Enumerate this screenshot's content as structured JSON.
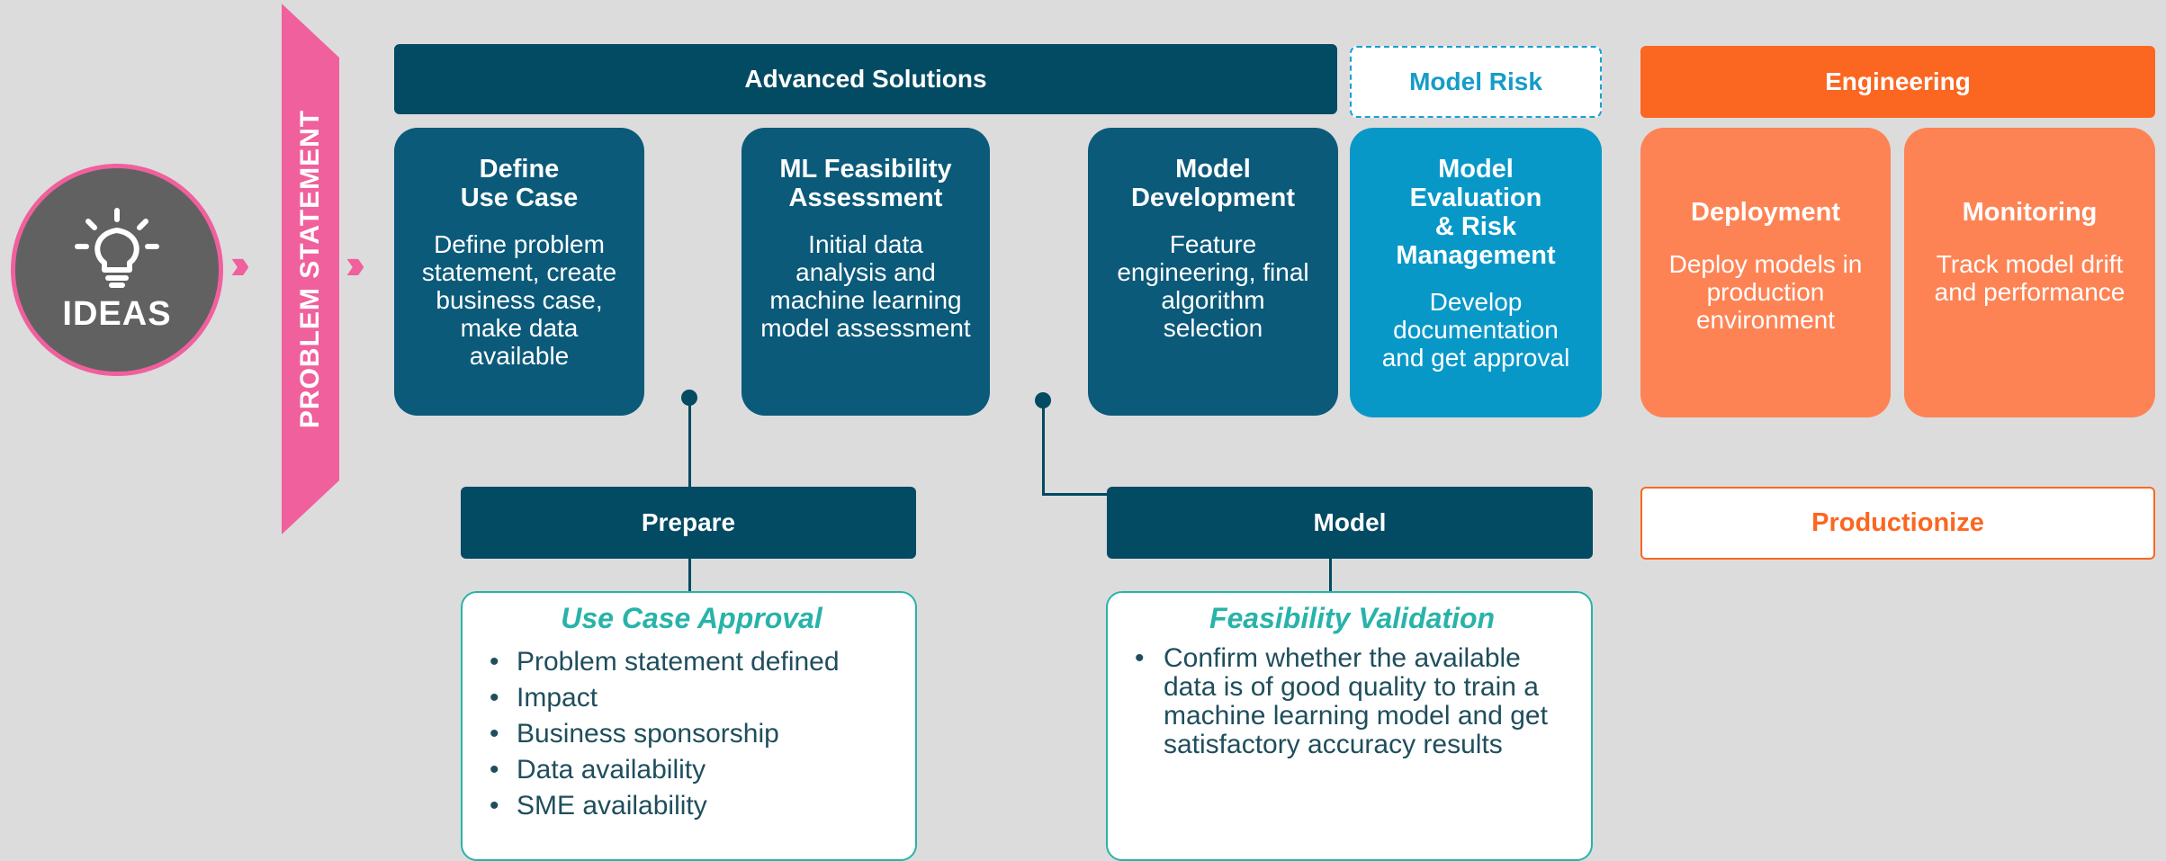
{
  "ideas": {
    "label": "IDEAS",
    "icon": "lightbulb-icon"
  },
  "problem_statement": "PROBLEM STATEMENT",
  "headers": {
    "advanced_solutions": "Advanced Solutions",
    "model_risk": "Model Risk",
    "engineering": "Engineering"
  },
  "steps": [
    {
      "title": "Define\nUse Case",
      "description": "Define problem\nstatement, create\nbusiness case,\nmake data\navailable"
    },
    {
      "title": "ML Feasibility\nAssessment",
      "description": "Initial data\nanalysis and\nmachine learning\nmodel assessment"
    },
    {
      "title": "Model\nDevelopment",
      "description": "Feature\nengineering, final\nalgorithm\nselection"
    },
    {
      "title": "Model\nEvaluation\n& Risk\nManagement",
      "description": "Develop\ndocumentation\nand get approval"
    },
    {
      "title": "Deployment",
      "description": "Deploy models in\nproduction\nenvironment"
    },
    {
      "title": "Monitoring",
      "description": "Track model drift\nand performance"
    }
  ],
  "phases": {
    "prepare": "Prepare",
    "model": "Model",
    "productionize": "Productionize"
  },
  "use_case_approval": {
    "title": "Use Case Approval",
    "items": [
      "Problem statement defined",
      "Impact",
      "Business sponsorship",
      "Data availability",
      "SME availability"
    ]
  },
  "feasibility_validation": {
    "title": "Feasibility Validation",
    "text": "Confirm whether the available data is of good quality to train a machine learning model and get satisfactory accuracy results"
  },
  "colors": {
    "background": "#dcdcdc",
    "pink": "#f0609c",
    "dark_teal": "#034a63",
    "card_teal": "#0b5a7a",
    "risk_blue": "#0898c8",
    "orange": "#fb6621",
    "light_orange": "#fe8354",
    "validation_green": "#28b3a9"
  }
}
